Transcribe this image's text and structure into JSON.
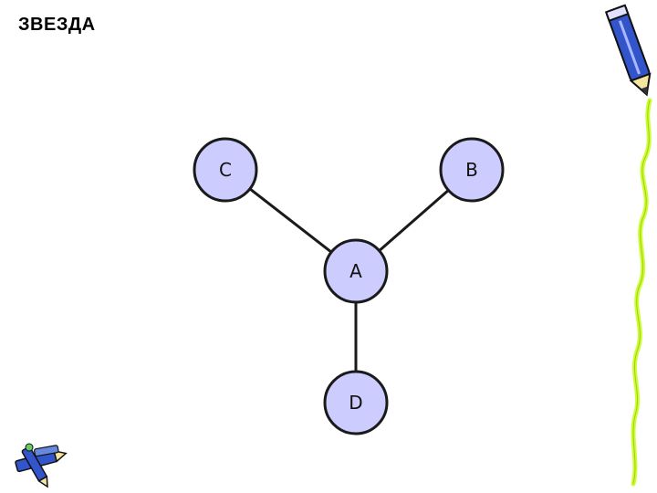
{
  "title": "ЗВЕЗДА",
  "graph": {
    "nodes": [
      {
        "id": "C",
        "label": "C"
      },
      {
        "id": "B",
        "label": "B"
      },
      {
        "id": "A",
        "label": "A"
      },
      {
        "id": "D",
        "label": "D"
      }
    ],
    "edges": [
      [
        "A",
        "C"
      ],
      [
        "A",
        "B"
      ],
      [
        "A",
        "D"
      ]
    ]
  },
  "colors": {
    "node_fill": "#ccccff",
    "node_stroke": "#1a1a1a",
    "edge": "#1a1a1a",
    "pencil_body": "#3355cc",
    "pencil_line": "#ccff33"
  },
  "icons": [
    "pencil-icon",
    "pencils-icon"
  ]
}
